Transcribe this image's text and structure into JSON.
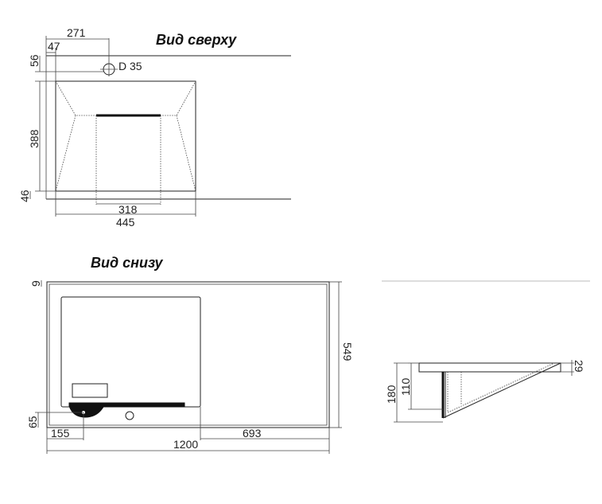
{
  "top_view": {
    "title": "Вид сверху",
    "dims": {
      "d271": "271",
      "d47": "47",
      "d56": "56",
      "hole": "D 35",
      "d388": "388",
      "d46": "46",
      "d318": "318",
      "d445": "445"
    }
  },
  "bottom_view": {
    "title": "Вид снизу",
    "dims": {
      "d9": "9",
      "d549": "549",
      "d65": "65",
      "d155": "155",
      "d693": "693",
      "d1200": "1200"
    }
  },
  "side_view": {
    "dims": {
      "d29": "29",
      "d110": "110",
      "d180": "180"
    }
  }
}
